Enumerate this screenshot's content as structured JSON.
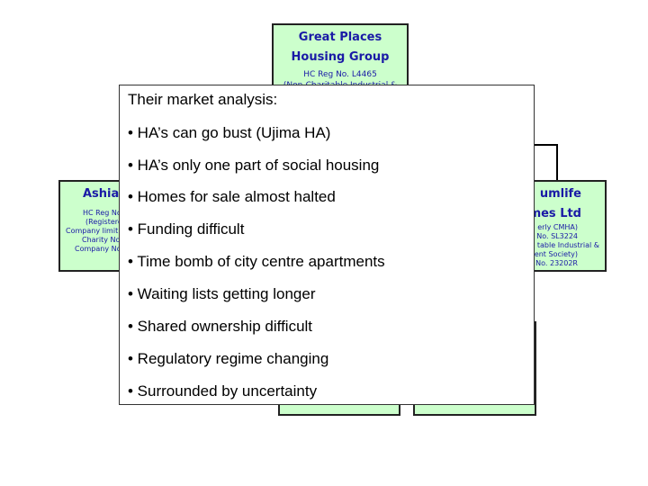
{
  "org_chart": {
    "top": {
      "title_1": "Great Places",
      "title_2": "Housing Group",
      "reg": "HC Reg No. L4465",
      "partial": "(Non-Charitable Industrial &"
    },
    "left": {
      "title": "Ashian",
      "lines": [
        "HC Reg No",
        "(Registere",
        "Company limit",
        "Charity No",
        "Company No"
      ]
    },
    "right": {
      "title_1": "umlife",
      "title_2": "mes Ltd",
      "lines": [
        "erly CMHA)",
        "No. SL3224",
        "table Industrial &",
        "dent Society)",
        "No. 23202R"
      ]
    }
  },
  "slide": {
    "heading": "Their market analysis:",
    "bullets": [
      "• HA’s can go bust (Ujima HA)",
      "• HA’s only one part of social housing",
      "• Homes for sale almost halted",
      "• Funding difficult",
      "• Time bomb of city centre apartments",
      "• Waiting lists getting longer",
      "• Shared ownership difficult",
      "• Regulatory regime changing",
      "• Surrounded by uncertainty"
    ]
  },
  "colors": {
    "box_fill": "#ccffcc",
    "box_text": "#1a1aa6",
    "overlay_fill": "#ffffff"
  }
}
